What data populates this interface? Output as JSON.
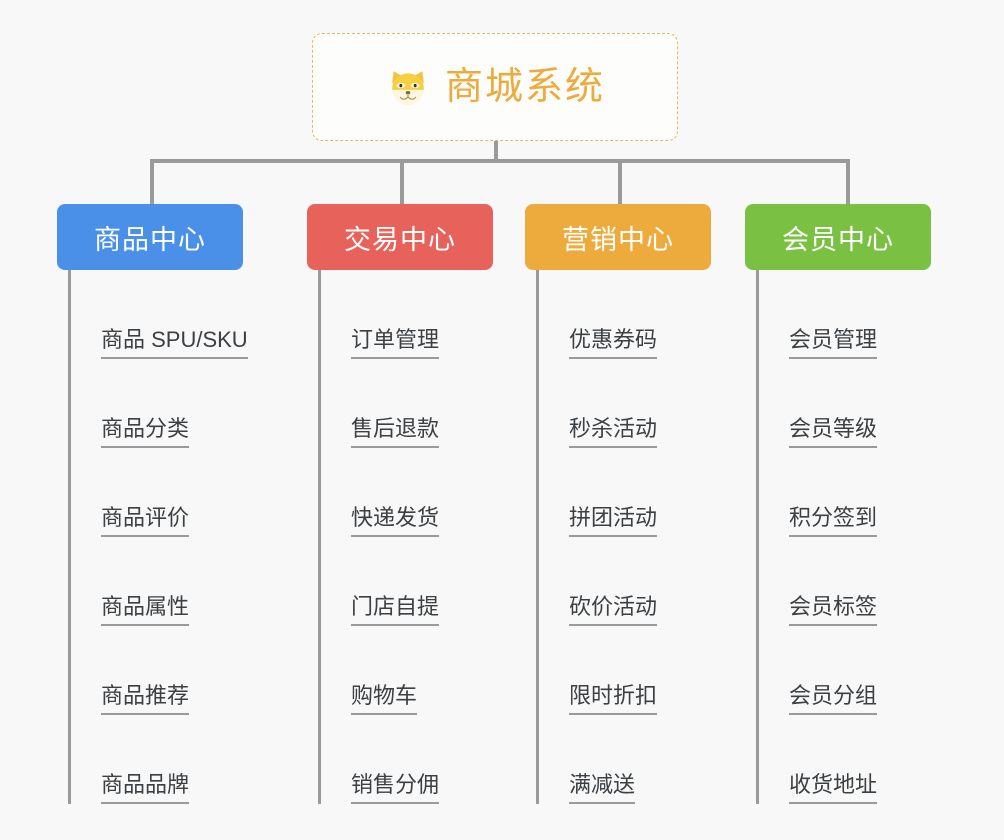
{
  "diagram": {
    "type": "mindmap",
    "background_color": "#f8f8f8",
    "root": {
      "title": "商城系统",
      "icon": "shiba-dog-emoji",
      "accent_color": "#eeab3d",
      "border_style": "dashed"
    },
    "connector_color": "#9a9a9a",
    "categories": [
      {
        "label": "商品中心",
        "color": "#4a90e8",
        "items": [
          "商品 SPU/SKU",
          "商品分类",
          "商品评价",
          "商品属性",
          "商品推荐",
          "商品品牌"
        ]
      },
      {
        "label": "交易中心",
        "color": "#e8625c",
        "items": [
          "订单管理",
          "售后退款",
          "快递发货",
          "门店自提",
          "购物车",
          "销售分佣"
        ]
      },
      {
        "label": "营销中心",
        "color": "#eeab3d",
        "items": [
          "优惠券码",
          "秒杀活动",
          "拼团活动",
          "砍价活动",
          "限时折扣",
          "满减送"
        ]
      },
      {
        "label": "会员中心",
        "color": "#7ac143",
        "items": [
          "会员管理",
          "会员等级",
          "积分签到",
          "会员标签",
          "会员分组",
          "收货地址"
        ]
      }
    ]
  }
}
